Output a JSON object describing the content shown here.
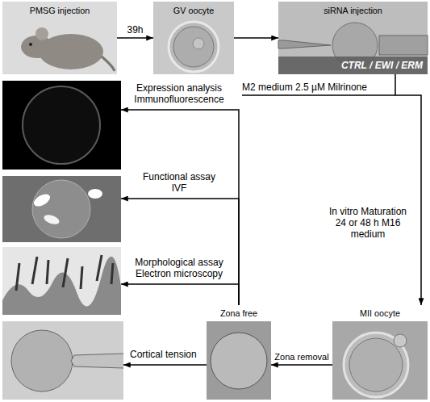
{
  "diagram": {
    "nodes": [
      {
        "text": [
          "PMSG injection"
        ]
      },
      {
        "text": [
          "GV oocyte"
        ]
      },
      {
        "text": [
          "siRNA injection",
          "CTRL / EWI / ERM"
        ]
      },
      {
        "text": [
          "Expression analysis Immunofluorescence"
        ]
      },
      {
        "text": [
          "Functional assay IVF"
        ]
      },
      {
        "text": [
          "Morphological assay Electron microscopy"
        ]
      },
      {
        "text": [
          "MII oocyte"
        ]
      },
      {
        "text": [
          "Zona free"
        ]
      },
      {
        "text": [
          "Cortical tension"
        ]
      }
    ],
    "edges": [
      {
        "from": 0,
        "to": 1,
        "label": "39h",
        "arrow": "to"
      },
      {
        "from": 1,
        "to": 2,
        "arrow": "to"
      },
      {
        "from": 2,
        "to": 6,
        "label": "In vitro Maturation 24 or 48 h M16 medium",
        "arrow": "to"
      },
      {
        "from": 6,
        "to": 7,
        "label": "Zona removal",
        "arrow": "to"
      },
      {
        "from": 7,
        "to": 3,
        "arrow": "to"
      },
      {
        "from": 7,
        "to": 4,
        "arrow": "to"
      },
      {
        "from": 7,
        "to": 5,
        "arrow": "to"
      },
      {
        "from": 7,
        "to": 8,
        "arrow": "to"
      }
    ],
    "labels": [
      "M2 medium 2.5 µM Milrinone"
    ]
  }
}
